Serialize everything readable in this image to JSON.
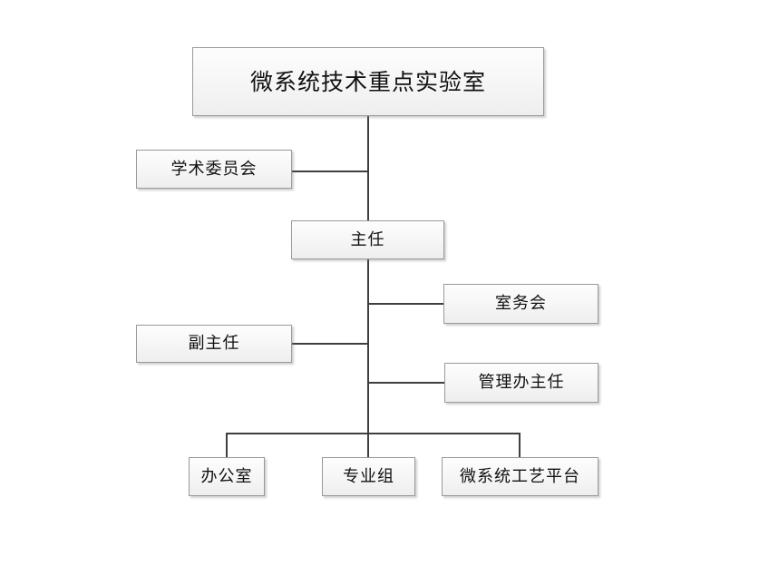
{
  "diagram": {
    "title_node": {
      "label": "微系统技术重点实验室"
    },
    "nodes": [
      {
        "id": "root",
        "label": "微系统技术重点实验室"
      },
      {
        "id": "academic",
        "label": "学术委员会"
      },
      {
        "id": "director",
        "label": "主任"
      },
      {
        "id": "officeaff",
        "label": "室务会"
      },
      {
        "id": "deputy",
        "label": "副主任"
      },
      {
        "id": "mgmthead",
        "label": "管理办主任"
      },
      {
        "id": "office",
        "label": "办公室"
      },
      {
        "id": "protech",
        "label": "专业组"
      },
      {
        "id": "platform",
        "label": "微系统工艺平台"
      }
    ],
    "colors": {
      "background": "#ffffff",
      "node_fill_top": "#fdfdfd",
      "node_fill_bottom": "#eeeeee",
      "node_border": "#9a9a9a",
      "connector": "#3f3f3f",
      "text": "#111111"
    }
  }
}
